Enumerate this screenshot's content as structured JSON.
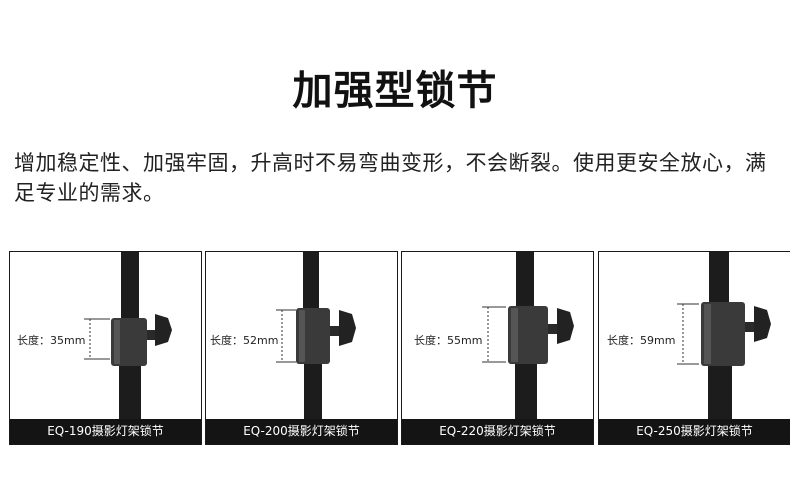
{
  "headline": "加强型锁节",
  "description": "增加稳定性、加强牢固，升高时不易弯曲变形，不会断裂。使用更安全放心，满足专业的需求。",
  "panels": [
    {
      "length_label": "长度：35mm",
      "caption": "EQ-190摄影灯架锁节"
    },
    {
      "length_label": "长度：52mm",
      "caption": "EQ-200摄影灯架锁节"
    },
    {
      "length_label": "长度：55mm",
      "caption": "EQ-220摄影灯架锁节"
    },
    {
      "length_label": "长度：59mm",
      "caption": "EQ-250摄影灯架锁节"
    }
  ],
  "colors": {
    "caption_bg": "#141414",
    "caption_text": "#ffffff",
    "tube": "#1c1c1c"
  }
}
